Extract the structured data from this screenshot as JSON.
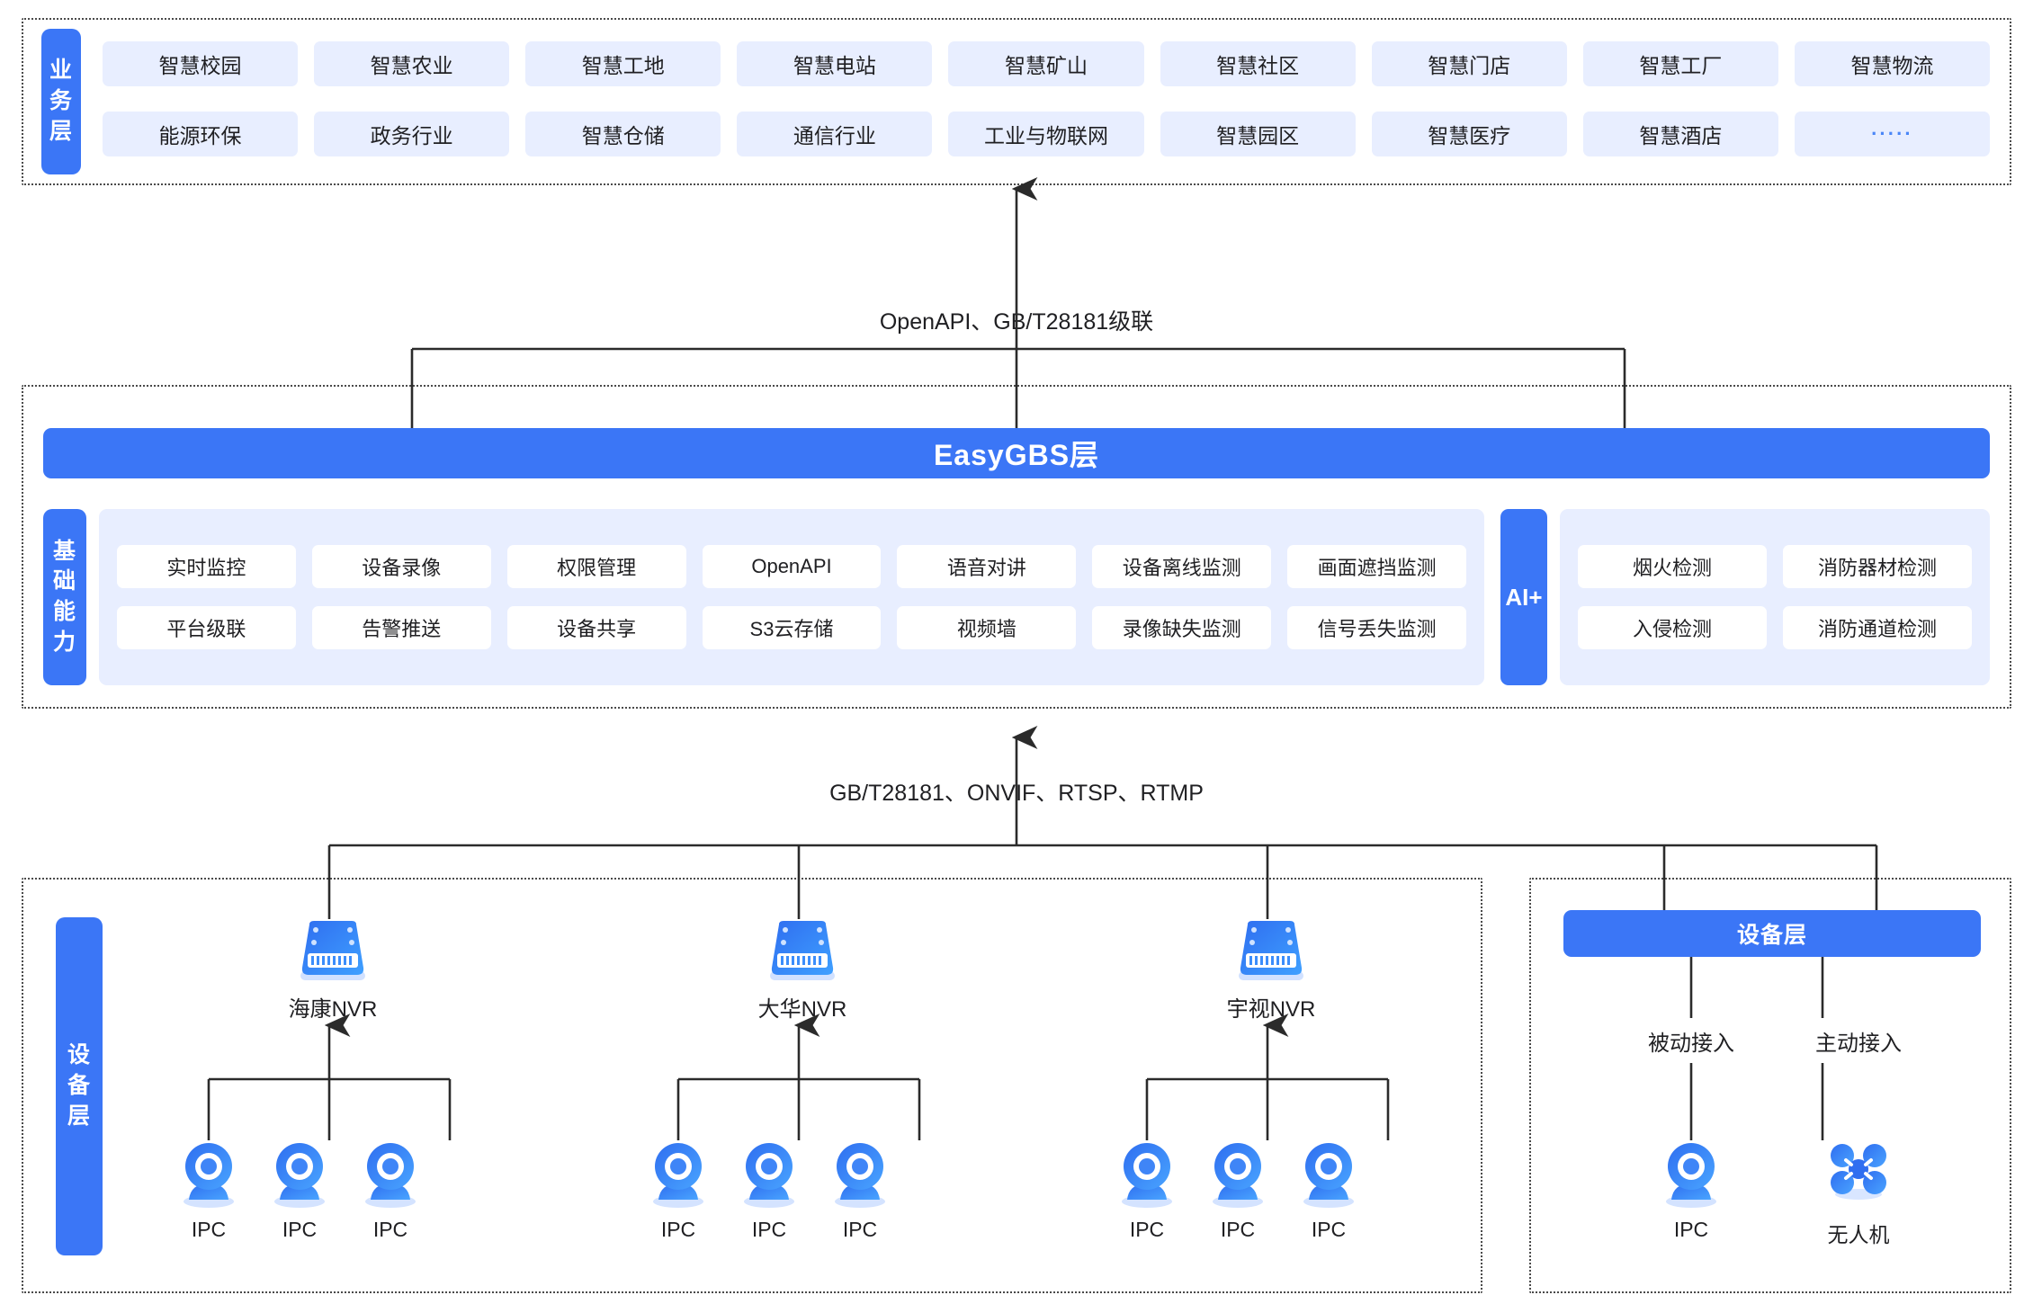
{
  "business_layer": {
    "side_label": "业务层",
    "side_label_chars": [
      "业",
      "务",
      "层"
    ],
    "tags": [
      "智慧校园",
      "智慧农业",
      "智慧工地",
      "智慧电站",
      "智慧矿山",
      "智慧社区",
      "智慧门店",
      "智慧工厂",
      "智慧物流",
      "能源环保",
      "政务行业",
      "智慧仓储",
      "通信行业",
      "工业与物联网",
      "智慧园区",
      "智慧医疗",
      "智慧酒店",
      "·····"
    ]
  },
  "connector_top": {
    "label": "OpenAPI、GB/T28181级联"
  },
  "platform_layer": {
    "title": "EasyGBS层",
    "side_label_chars": [
      "基",
      "础",
      "能",
      "力"
    ],
    "capabilities": [
      "实时监控",
      "设备录像",
      "权限管理",
      "OpenAPI",
      "语音对讲",
      "设备离线监测",
      "画面遮挡监测",
      "平台级联",
      "告警推送",
      "设备共享",
      "S3云存储",
      "视频墙",
      "录像缺失监测",
      "信号丢失监测"
    ],
    "ai_badge": "AI+",
    "ai_capabilities": [
      "烟火检测",
      "消防器材检测",
      "入侵检测",
      "消防通道检测"
    ]
  },
  "connector_bottom": {
    "label": "GB/T28181、ONVIF、RTSP、RTMP"
  },
  "device_layer_left": {
    "side_label_chars": [
      "设",
      "备",
      "层"
    ],
    "nvr_groups": [
      {
        "nvr_label": "海康NVR",
        "icon": "nvr-icon",
        "children": [
          "IPC",
          "IPC",
          "IPC"
        ]
      },
      {
        "nvr_label": "大华NVR",
        "icon": "nvr-icon",
        "children": [
          "IPC",
          "IPC",
          "IPC"
        ]
      },
      {
        "nvr_label": "宇视NVR",
        "icon": "nvr-icon",
        "children": [
          "IPC",
          "IPC",
          "IPC"
        ]
      }
    ],
    "child_icon": "ipc-camera-icon"
  },
  "device_layer_right": {
    "bar_title": "设备层",
    "branches": [
      {
        "access_label": "被动接入",
        "device_label": "IPC",
        "icon": "ipc-camera-icon"
      },
      {
        "access_label": "主动接入",
        "device_label": "无人机",
        "icon": "drone-icon"
      }
    ]
  },
  "colors": {
    "brand_blue": "#3b76f6",
    "tag_bg": "#e8eeff",
    "panel_bg": "#e8eeff",
    "card_bg": "#ffffff",
    "line": "#2b2b2b",
    "dots_blue": "#4a86f7"
  }
}
